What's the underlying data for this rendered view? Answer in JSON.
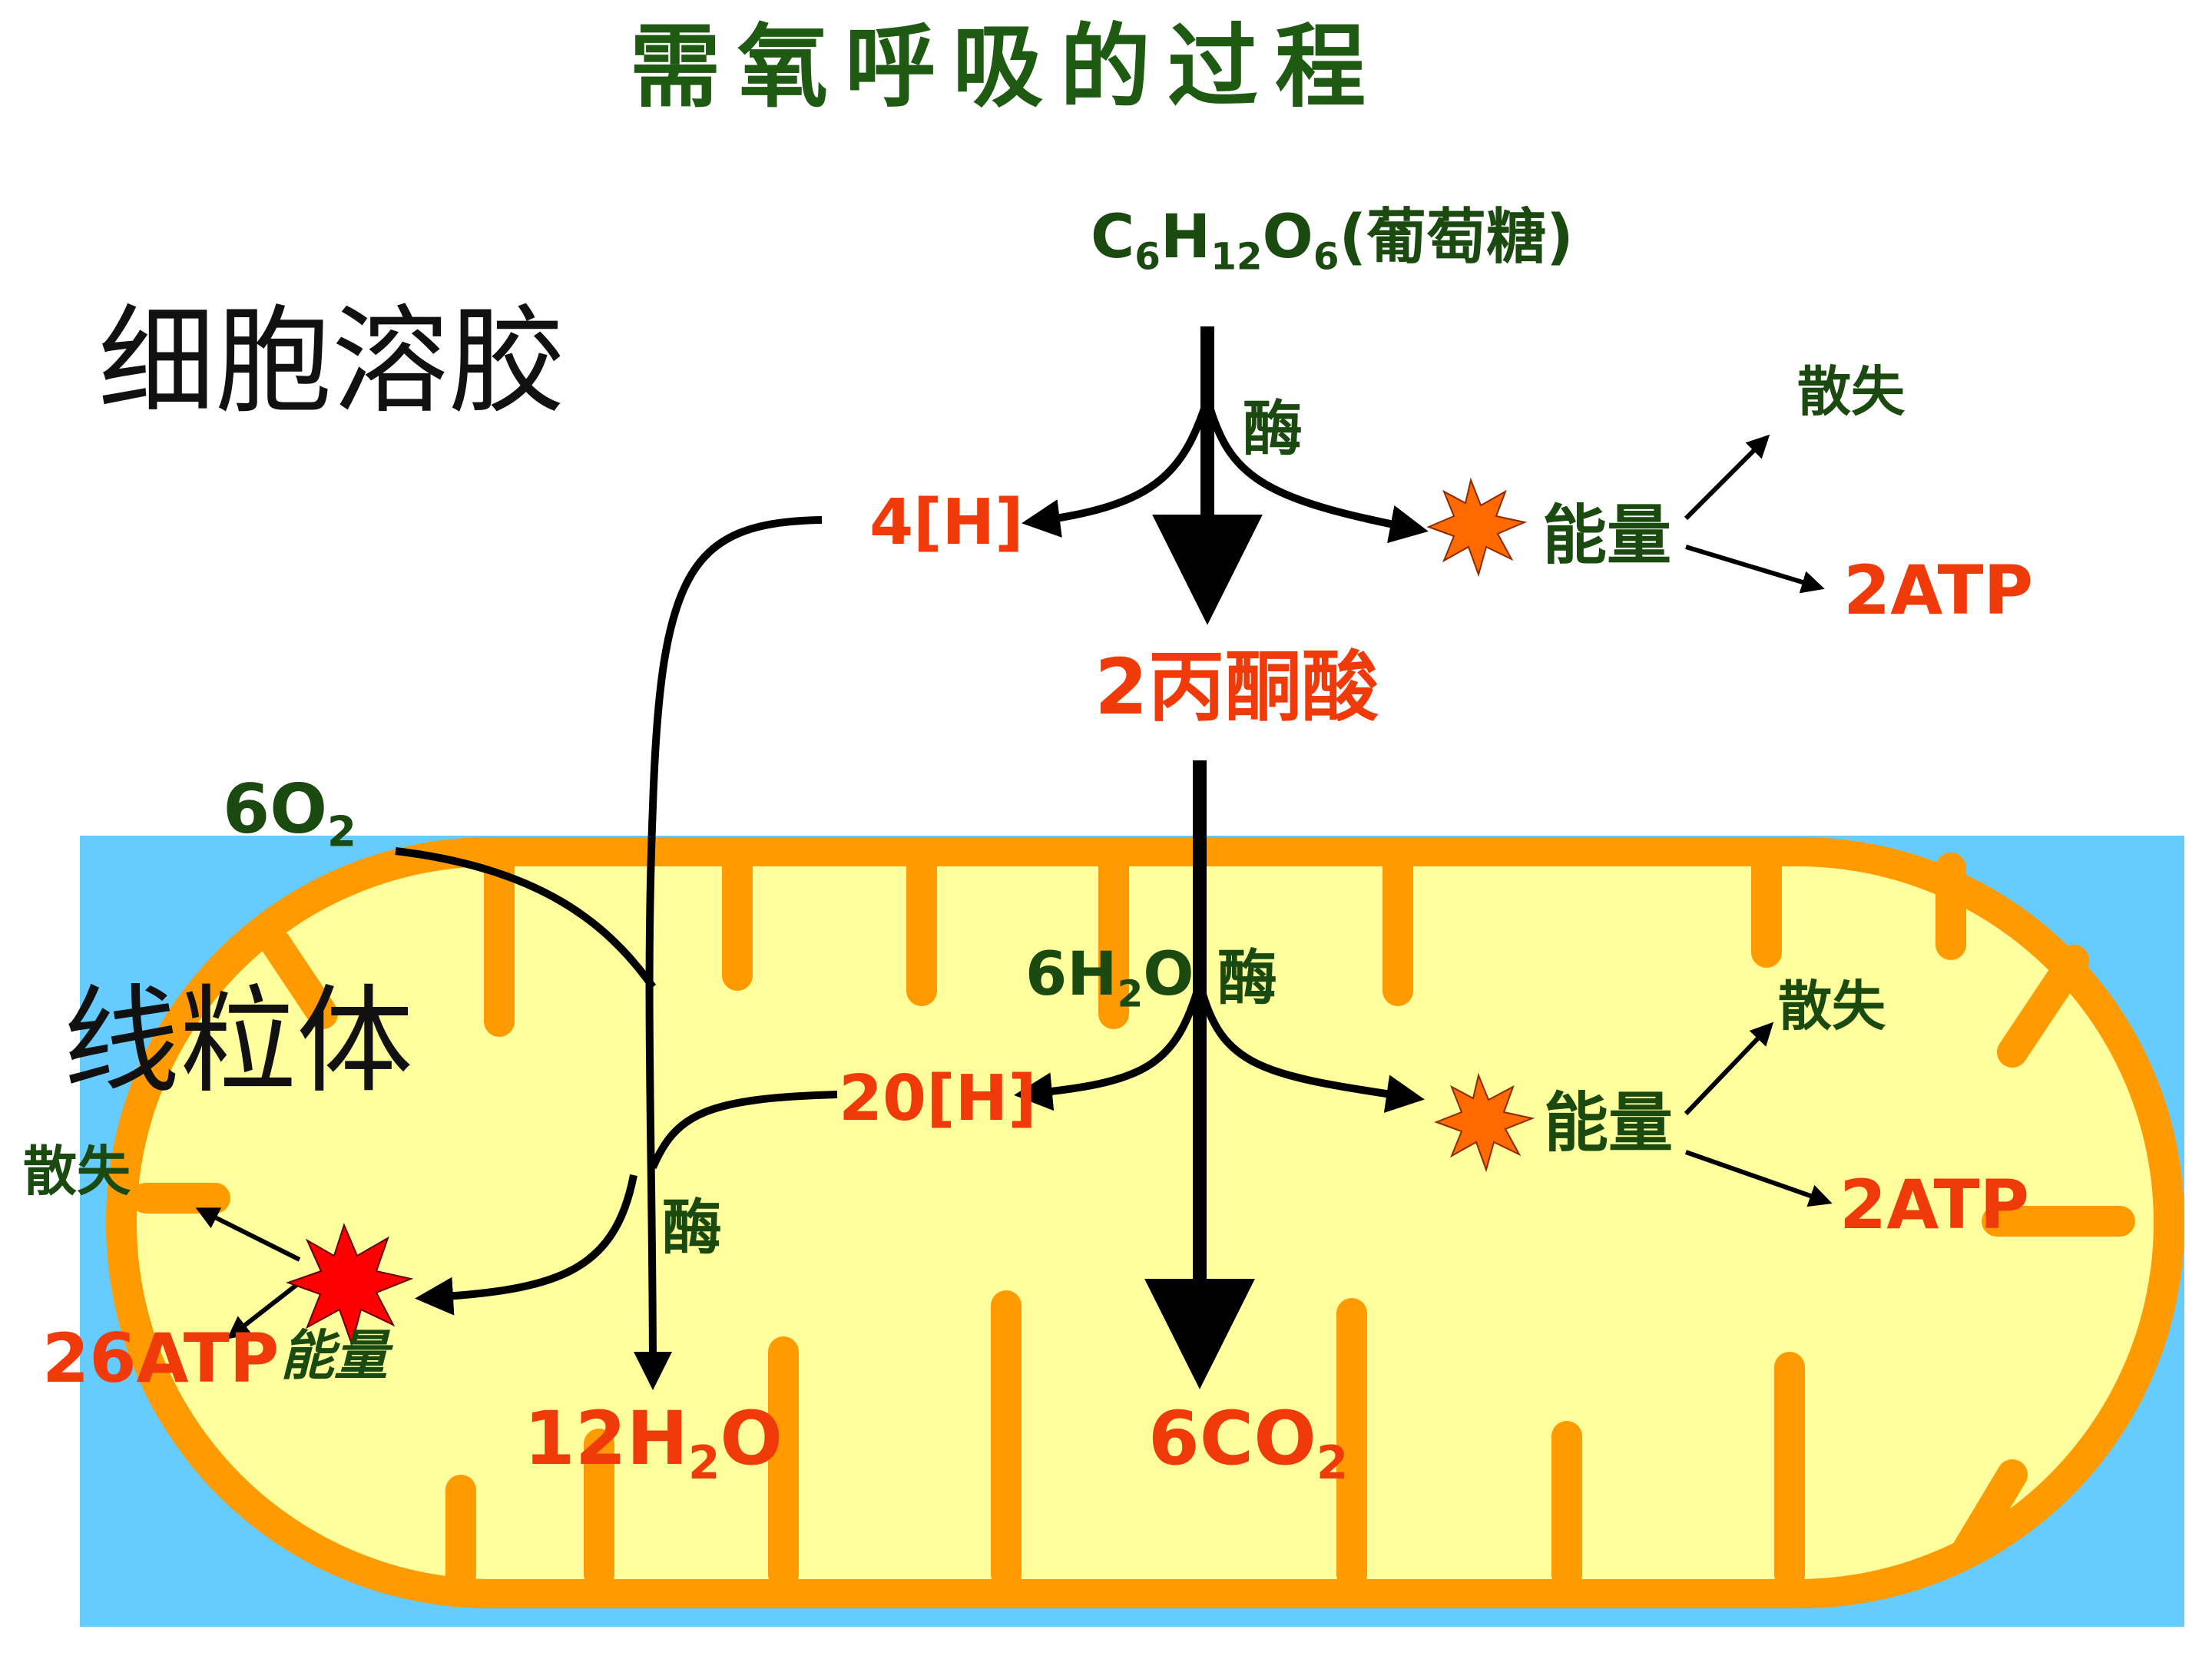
{
  "title": "需氧呼吸的过程",
  "regions": {
    "cytosol": "细胞溶胶",
    "mitochondrion": "线粒体"
  },
  "glucose": {
    "c": "C",
    "c_sub": "6",
    "h": "H",
    "h_sub": "12",
    "o": "O",
    "o_sub": "6",
    "name": "(葡萄糖)"
  },
  "stage1": {
    "enzyme": "酶",
    "hydrogen": "4[H]",
    "energy": "能量",
    "lost": "散失",
    "atp": "2ATP",
    "pyruvate": "2丙酮酸"
  },
  "stage2": {
    "water_in": "6H",
    "water_in_sub": "2",
    "water_in_end": "O",
    "enzyme": "酶",
    "hydrogen": "20[H]",
    "energy": "能量",
    "lost": "散失",
    "atp": "2ATP",
    "co2": "6CO",
    "co2_sub": "2"
  },
  "stage3": {
    "oxygen": "6O",
    "oxygen_sub": "2",
    "enzyme": "酶",
    "water_out": "12H",
    "water_out_sub": "2",
    "water_out_end": "O",
    "energy": "能量",
    "lost": "散失",
    "atp": "26ATP"
  },
  "colors": {
    "background_blue": "#66ccff",
    "membrane": "#ff9a00",
    "matrix": "#ffff9e",
    "product_red": "#f03a0a",
    "label_green": "#1a4a10",
    "burst_orange": "#ff6a00",
    "burst_red": "#ff0000"
  }
}
